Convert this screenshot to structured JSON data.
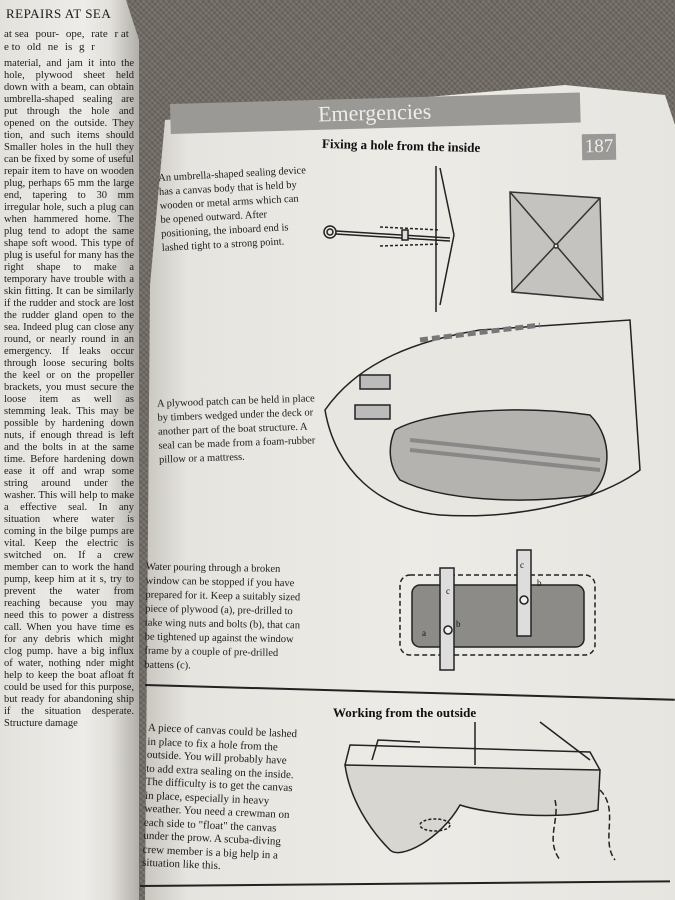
{
  "left_page": {
    "running_head": "REPAIRS AT SEA",
    "right_column_lines": [
      "material, and jam it into the hole,",
      "plywood sheet held down with a beam,",
      "can obtain umbrella-shaped sealing",
      "are put through the hole and",
      "opened on the outside. They",
      "tion, and such items should",
      "Smaller holes in the hull",
      "they can be fixed by some of",
      "useful repair item to have on",
      "wooden plug, perhaps 65 mm",
      "the large end, tapering to 30 mm",
      "irregular hole, such a plug can",
      "when hammered home. The plug",
      "tend to adopt the same shape",
      "soft wood.",
      "This type of plug is useful for many",
      "has the right shape to make a temporary",
      "have trouble with a skin fitting. It can be",
      "similarly if the rudder and stock are lost",
      "the rudder gland open to the sea. Indeed",
      "plug can close any round, or nearly round",
      "in an emergency.",
      "If leaks occur through loose securing bolts",
      "the keel or on the propeller brackets, you must",
      "secure the loose item as well as stemming",
      "leak. This may be possible by hardening down",
      "nuts, if enough thread is left and the bolts",
      "in at the same time. Before hardening down",
      "ease it off and wrap some string around",
      "under the washer. This will help to make a",
      "effective seal.",
      "In any situation where water is coming in",
      "the bilge pumps are vital. Keep the electric",
      "is switched on. If a crew member can",
      "to work the hand pump, keep him at it",
      "s, try to prevent the water from reaching",
      "because you may need this to power",
      "a distress call. When you have time",
      "es for any debris which might clog",
      "pump.",
      "have a big influx of water, nothing",
      "nder might help to keep the boat afloat",
      "ft could be used for this purpose, but",
      "ready for abandoning ship if the situation",
      "desperate.",
      "Structure damage"
    ],
    "left_column_fragments": [
      "at sea",
      "pour-",
      "ope,",
      "rate",
      "r at",
      "e to",
      "old",
      "ne",
      "is",
      "g",
      "r"
    ]
  },
  "right_page": {
    "chapter_title": "Emergencies",
    "page_number": "187",
    "section_inside": "Fixing a hole from the inside",
    "section_outside": "Working from the outside",
    "captions": {
      "umbrella": "An umbrella-shaped sealing device has a canvas body that is held by wooden or metal arms which can be opened outward. After positioning, the inboard end is lashed tight to a strong point.",
      "plywood_patch": "A plywood patch can be held in place by timbers wedged under the deck or another part of the boat structure. A seal can be made from a foam-rubber pillow or a mattress.",
      "window": "Water pouring through a broken window can be stopped if you have prepared for it. Keep a suitably sized piece of plywood (a), pre-drilled to take wing nuts and bolts (b), that can be tightened up against the window frame by a couple of pre-drilled battens (c).",
      "canvas": "A piece of canvas could be lashed in place to fix a hole from the outside. You will probably have to add extra sealing on the inside. The difficulty is to get the canvas in place, especially in heavy weather. You need a crewman on each side to \"float\" the canvas under the prow. A scuba-diving crew member is a big help in a situation like this."
    },
    "diagram_labels": {
      "a": "a",
      "b": "b",
      "c": "c"
    }
  }
}
